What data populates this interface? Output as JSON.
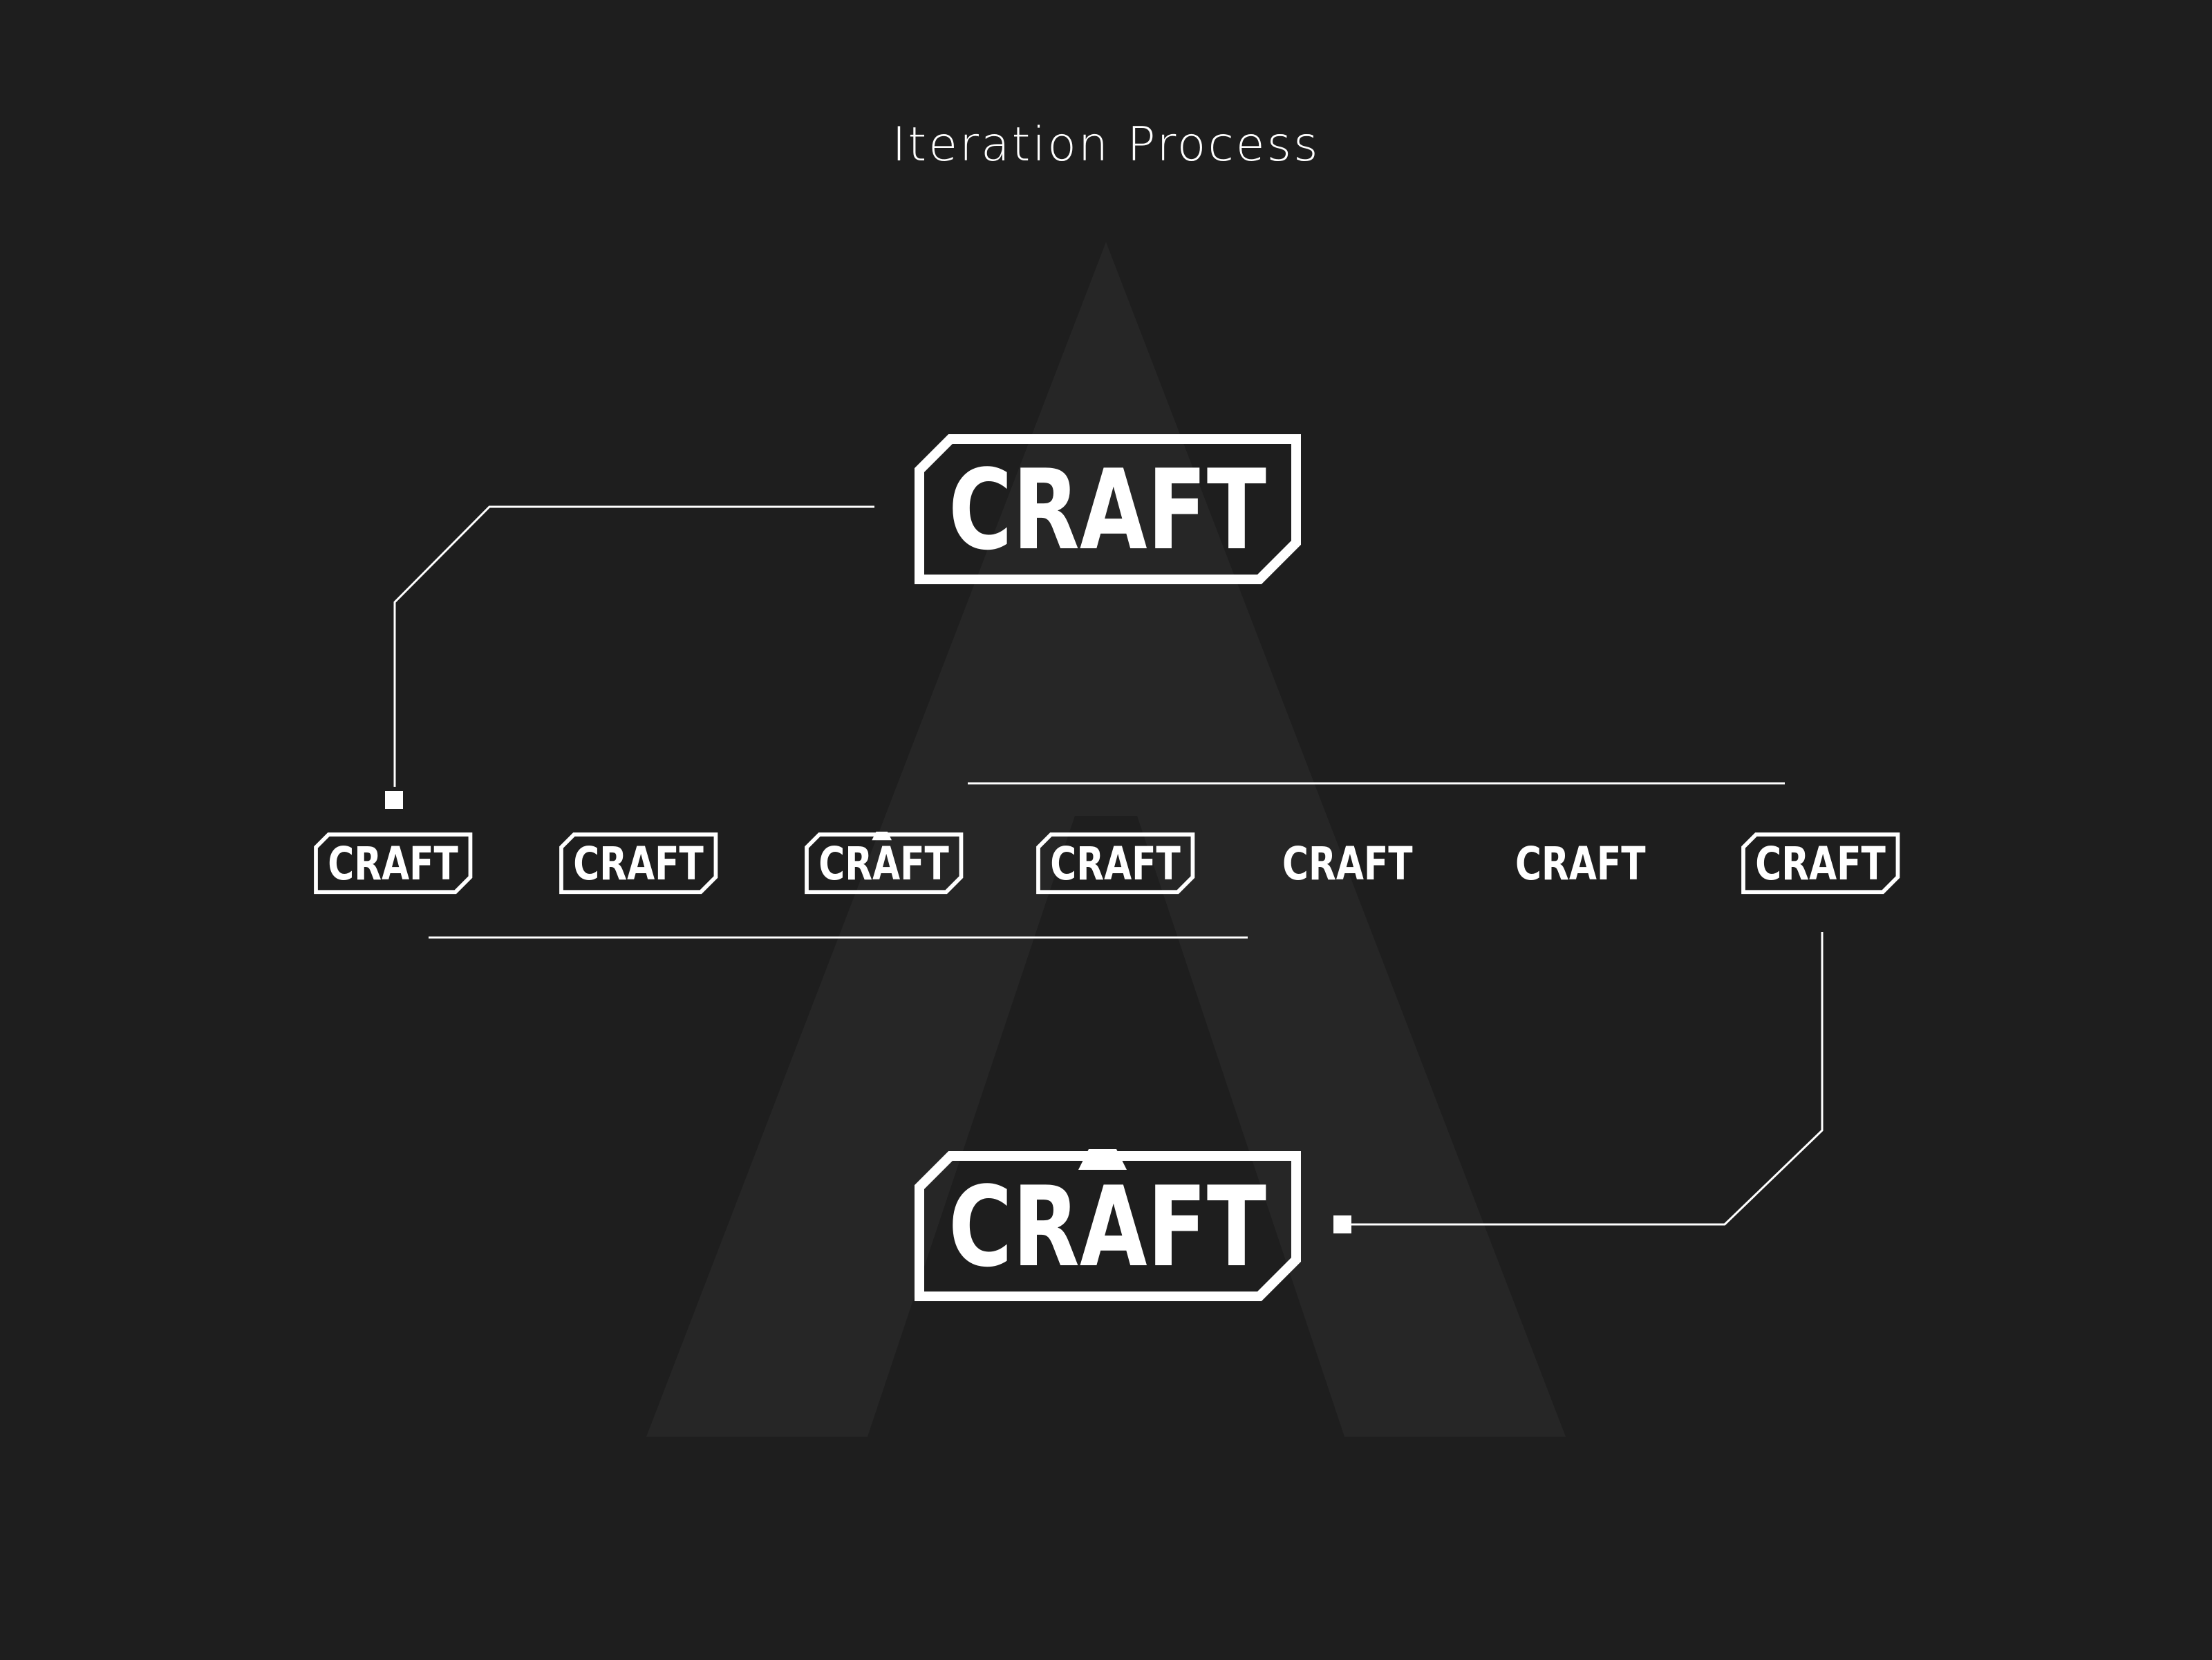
{
  "title": "Iteration Process",
  "brand": "CRAFT",
  "colors": {
    "background": "#1e1e1e",
    "watermark": "#262626",
    "foreground": "#ffffff"
  },
  "logos": {
    "initial": {
      "frame": "framed"
    },
    "iterations": [
      {
        "frame": "framed"
      },
      {
        "frame": "framed"
      },
      {
        "frame": "framed-peak"
      },
      {
        "frame": "framed"
      },
      {
        "frame": "none"
      },
      {
        "frame": "none"
      },
      {
        "frame": "framed"
      }
    ],
    "final": {
      "frame": "framed-peak"
    }
  }
}
